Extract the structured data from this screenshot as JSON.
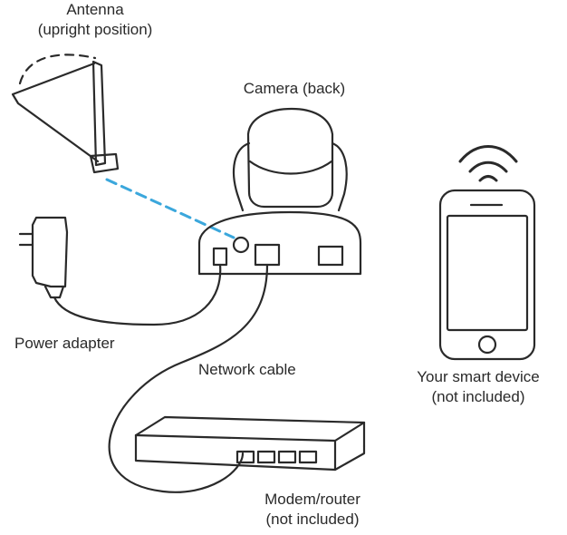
{
  "labels": {
    "antenna": [
      "Antenna",
      "(upright position)"
    ],
    "camera": "Camera (back)",
    "power_adapter": "Power adapter",
    "network_cable": "Network cable",
    "smart_device": [
      "Your smart device",
      "(not included)"
    ],
    "router": [
      "Modem/router",
      "(not included)"
    ]
  },
  "colors": {
    "stroke": "#2a2a2a",
    "wireless_link": "#3ba7dc"
  },
  "icons": {
    "antenna": "antenna-icon",
    "camera": "camera-icon",
    "power_adapter": "power-adapter-icon",
    "smart_device": "smartphone-icon",
    "wifi": "wifi-icon",
    "router": "router-icon"
  }
}
